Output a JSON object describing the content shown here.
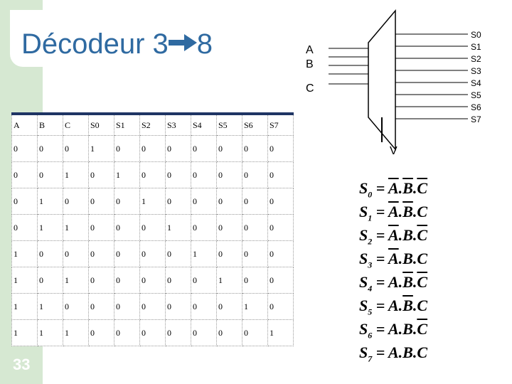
{
  "title": "Décodeur 3",
  "title_after": "8",
  "inputs": [
    "A",
    "B",
    "C"
  ],
  "enable": "V",
  "outputs": [
    "S0",
    "S1",
    "S2",
    "S3",
    "S4",
    "S5",
    "S6",
    "S7"
  ],
  "table": {
    "headers": [
      "A",
      "B",
      "C",
      "S0",
      "S1",
      "S2",
      "S3",
      "S4",
      "S5",
      "S6",
      "S7"
    ],
    "rows": [
      [
        "0",
        "0",
        "0",
        "1",
        "0",
        "0",
        "0",
        "0",
        "0",
        "0",
        "0"
      ],
      [
        "0",
        "0",
        "1",
        "0",
        "1",
        "0",
        "0",
        "0",
        "0",
        "0",
        "0"
      ],
      [
        "0",
        "1",
        "0",
        "0",
        "0",
        "1",
        "0",
        "0",
        "0",
        "0",
        "0"
      ],
      [
        "0",
        "1",
        "1",
        "0",
        "0",
        "0",
        "1",
        "0",
        "0",
        "0",
        "0"
      ],
      [
        "1",
        "0",
        "0",
        "0",
        "0",
        "0",
        "0",
        "1",
        "0",
        "0",
        "0"
      ],
      [
        "1",
        "0",
        "1",
        "0",
        "0",
        "0",
        "0",
        "0",
        "1",
        "0",
        "0"
      ],
      [
        "1",
        "1",
        "0",
        "0",
        "0",
        "0",
        "0",
        "0",
        "0",
        "1",
        "0"
      ],
      [
        "1",
        "1",
        "1",
        "0",
        "0",
        "0",
        "0",
        "0",
        "0",
        "0",
        "1"
      ]
    ]
  },
  "equations": [
    {
      "out": "S",
      "sub": "0",
      "rhs": "= A.B.C",
      "bars": [
        true,
        true,
        true
      ]
    },
    {
      "out": "S",
      "sub": "1",
      "rhs": "= A.B.C",
      "bars": [
        true,
        true,
        false
      ]
    },
    {
      "out": "S",
      "sub": "2",
      "rhs": "= A.B.C",
      "bars": [
        true,
        false,
        true
      ]
    },
    {
      "out": "S",
      "sub": "3",
      "rhs": "= A.B.C",
      "bars": [
        true,
        false,
        false
      ]
    },
    {
      "out": "S",
      "sub": "4",
      "rhs": "= A.B.C",
      "bars": [
        false,
        true,
        true
      ]
    },
    {
      "out": "S",
      "sub": "5",
      "rhs": "= A.B.C",
      "bars": [
        false,
        true,
        false
      ]
    },
    {
      "out": "S",
      "sub": "6",
      "rhs": "= A.B.C",
      "bars": [
        false,
        false,
        true
      ]
    },
    {
      "out": "S",
      "sub": "7",
      "rhs": "= A.B.C",
      "bars": [
        false,
        false,
        false
      ]
    }
  ],
  "page_number": "33",
  "colors": {
    "title": "#2f6aa1",
    "accent_bar": "#1f3564",
    "side_band": "#d6e8d2"
  }
}
